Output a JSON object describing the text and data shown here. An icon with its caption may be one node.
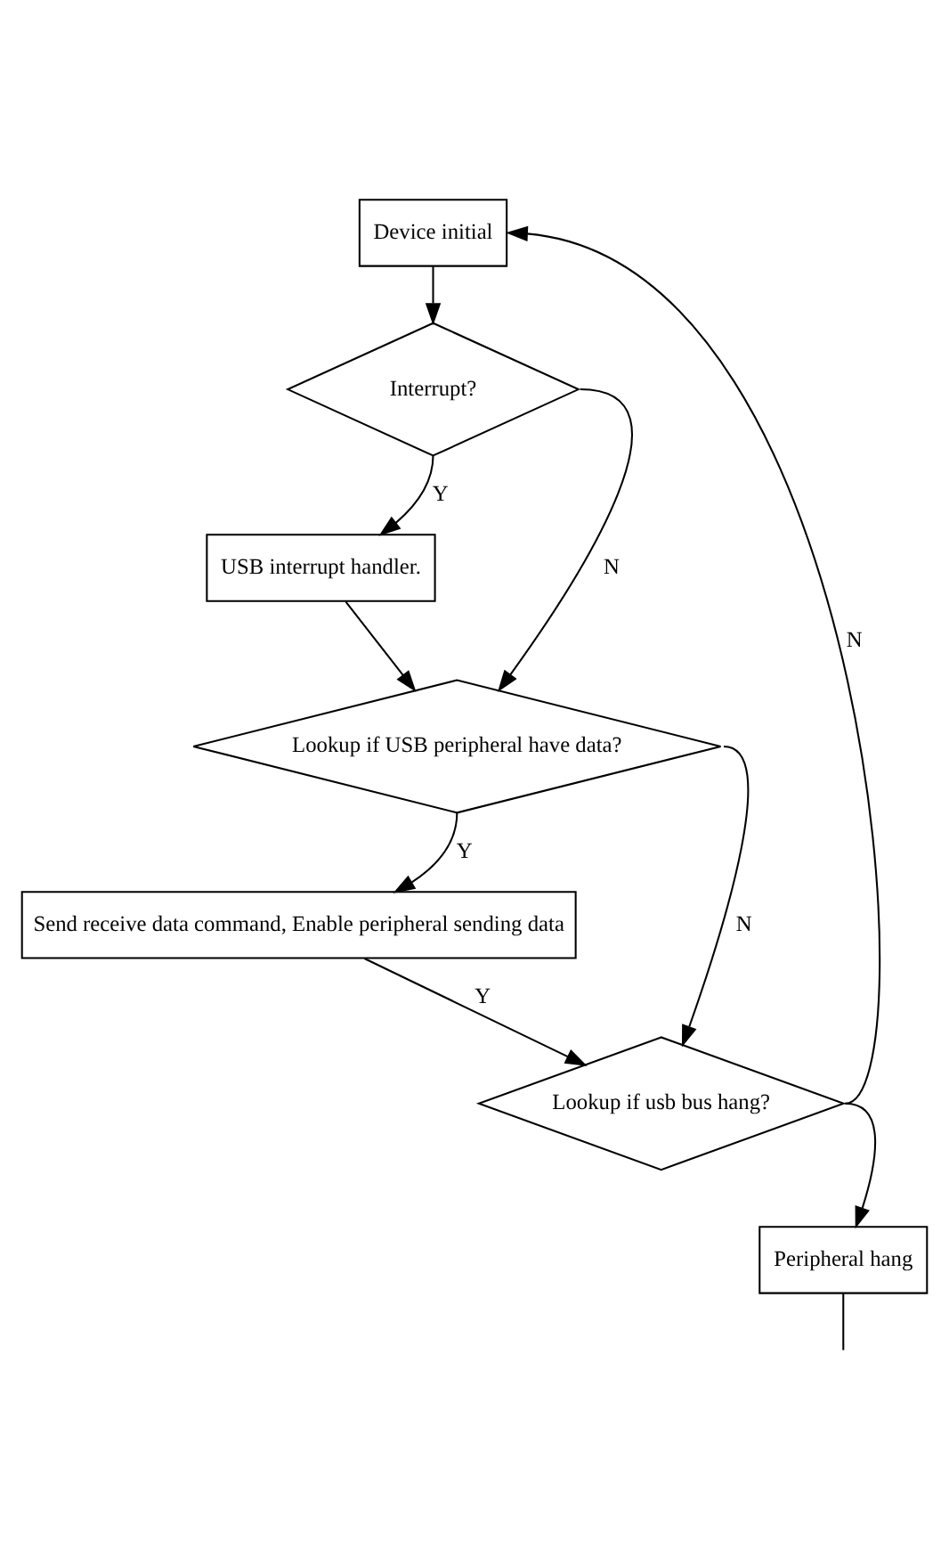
{
  "diagram": {
    "nodes": [
      {
        "text": [
          "Device initial"
        ]
      },
      {
        "text": [
          "Interrupt?"
        ]
      },
      {
        "text": [
          "USB interrupt handler."
        ]
      },
      {
        "text": [
          "Lookup if USB peripheral have data?"
        ]
      },
      {
        "text": [
          "Send receive data command, Enable peripheral sending data"
        ]
      },
      {
        "text": [
          "Lookup if usb bus hang?"
        ]
      },
      {
        "text": [
          "Peripheral hang"
        ]
      }
    ],
    "edges": [
      {
        "from": 0,
        "to": 1,
        "arrow": "to"
      },
      {
        "from": 1,
        "to": 2,
        "arrow": "to",
        "label": "Y"
      },
      {
        "from": 1,
        "to": 3,
        "arrow": "to",
        "label": "N"
      },
      {
        "from": 2,
        "to": 3,
        "arrow": "to"
      },
      {
        "from": 3,
        "to": 4,
        "arrow": "to",
        "label": "Y"
      },
      {
        "from": 3,
        "to": 5,
        "arrow": "to",
        "label": "N"
      },
      {
        "from": 4,
        "to": 5,
        "arrow": "to",
        "label": "Y"
      },
      {
        "from": 5,
        "to": 0,
        "arrow": "to",
        "label": "N"
      },
      {
        "from": 5,
        "to": 6,
        "arrow": "to"
      },
      {
        "from": 6,
        "to": null,
        "arrow": "none"
      }
    ]
  }
}
